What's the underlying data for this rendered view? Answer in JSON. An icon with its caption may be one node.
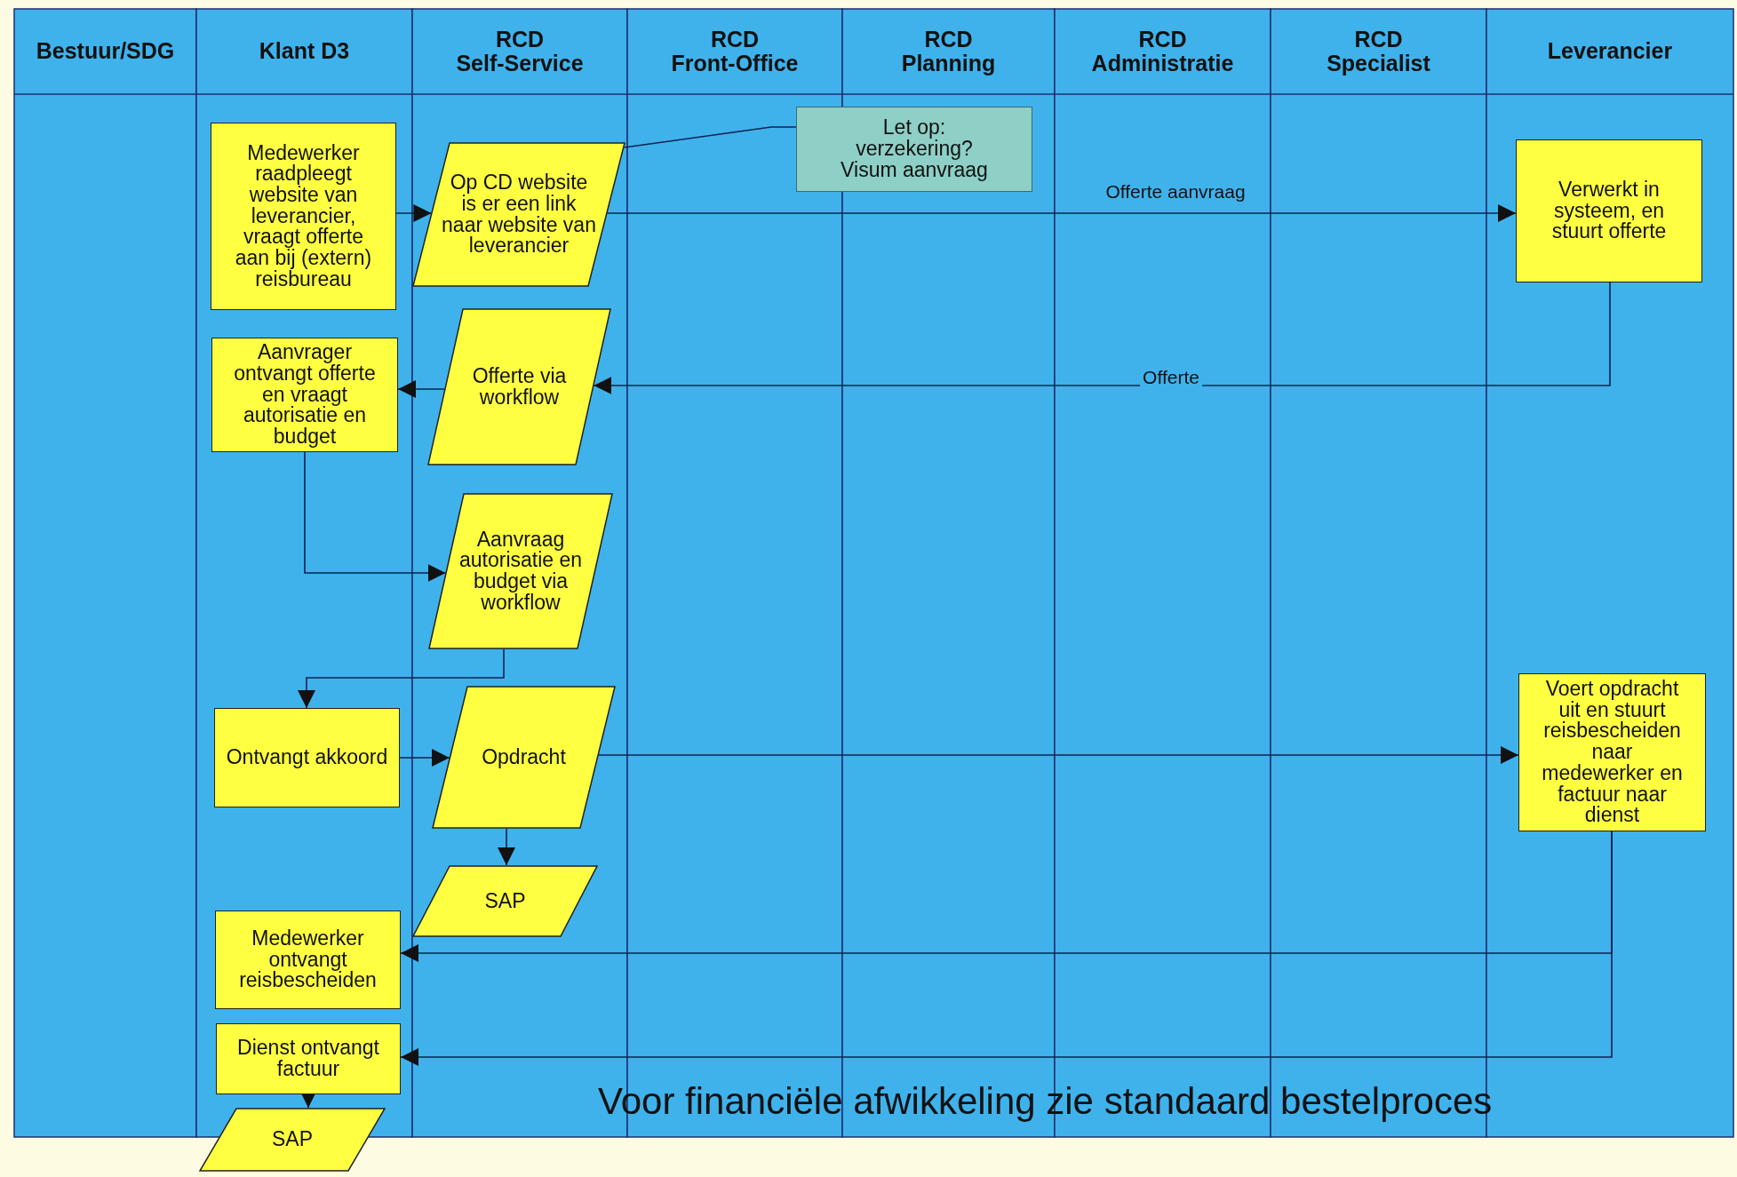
{
  "diagram": {
    "nodes": [
      {
        "text": [
          "Medewerker raadpleegt website van leverancier, vraagt offerte aan bij (extern) reisbureau"
        ]
      },
      {
        "text": [
          "Op CD website is er een link naar website van leverancier"
        ]
      },
      {
        "text": [
          "Let op: verzekering? Visum aanvraag"
        ]
      },
      {
        "text": [
          "Verwerkt in systeem, en stuurt offerte"
        ]
      },
      {
        "text": [
          "Aanvrager ontvangt offerte en vraagt autorisatie en budget"
        ]
      },
      {
        "text": [
          "Offerte via workflow"
        ]
      },
      {
        "text": [
          "Aanvraag autorisatie en budget via workflow"
        ]
      },
      {
        "text": [
          "Ontvangt akkoord"
        ]
      },
      {
        "text": [
          "Opdracht"
        ]
      },
      {
        "text": [
          "Voert opdracht uit en stuurt reisbescheiden naar medewerker en factuur naar dienst"
        ]
      },
      {
        "text": [
          "SAP"
        ]
      },
      {
        "text": [
          "Medewerker ontvangt reisbescheiden"
        ]
      },
      {
        "text": [
          "Dienst ontvangt factuur"
        ]
      },
      {
        "text": [
          "SAP"
        ]
      }
    ],
    "edges": [
      {
        "from": 0,
        "to": 1,
        "arrow": "to"
      },
      {
        "from": 1,
        "to": 3,
        "arrow": "to",
        "label": "Offerte aanvraag"
      },
      {
        "from": 2,
        "to": 1,
        "arrow": "none"
      },
      {
        "from": 3,
        "to": 5,
        "arrow": "to",
        "label": "Offerte"
      },
      {
        "from": 5,
        "to": 4,
        "arrow": "to"
      },
      {
        "from": 4,
        "to": 6,
        "arrow": "to"
      },
      {
        "from": 6,
        "to": 7,
        "arrow": "to"
      },
      {
        "from": 7,
        "to": 8,
        "arrow": "to"
      },
      {
        "from": 8,
        "to": 9,
        "arrow": "to"
      },
      {
        "from": 8,
        "to": 10,
        "arrow": "to"
      },
      {
        "from": 9,
        "to": 11,
        "arrow": "to"
      },
      {
        "from": 9,
        "to": 12,
        "arrow": "to"
      },
      {
        "from": 12,
        "to": 13,
        "arrow": "to"
      }
    ],
    "labels": [
      "Bestuur/SDG",
      "Klant D3",
      "RCD Self-Service",
      "RCD Front-Office",
      "RCD Planning",
      "RCD Administratie",
      "RCD Specialist",
      "Leverancier",
      "Voor financiële afwikkeling zie standaard bestelproces"
    ]
  }
}
